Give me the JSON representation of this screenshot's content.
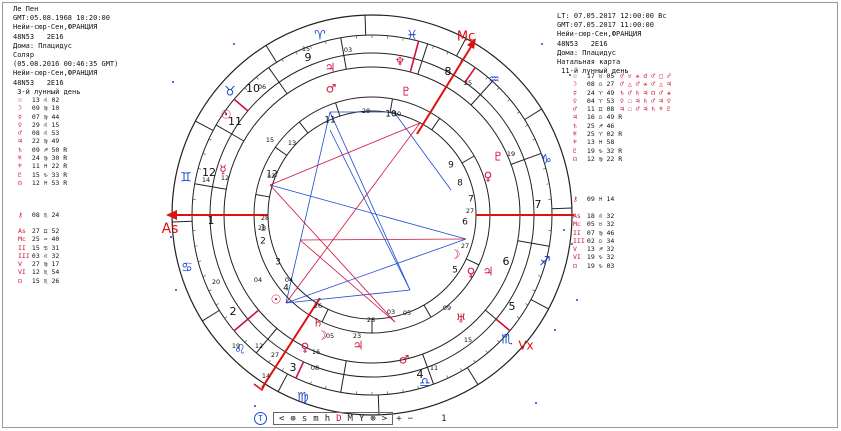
{
  "left_info": {
    "lines": [
      "Ле Пен",
      "GMT:05.08.1968 10:20:00",
      "Нейи-сюр-Сен,ФРАНЦИЯ",
      "48N53   2E16",
      "Дома: Плацидус",
      "Соляр",
      "(05.08.2016 00:46:35 GMT)",
      "Нейи-сюр-Сен,ФРАНЦИЯ",
      "48N53   2E16",
      " 3-й лунный день"
    ]
  },
  "right_info": {
    "lines": [
      "LT: 07.05.2017 12:00:00 Вс",
      "GMT:07.05.2017 11:00:00",
      "Нейи-сюр-Сен,ФРАНЦИЯ",
      "48N53   2E16",
      "Дома: Плацидус",
      "Натальная карта",
      " 11-й лунный день"
    ]
  },
  "left_planets": [
    {
      "glyph": "☉",
      "value": "13 ♌ 02"
    },
    {
      "glyph": "☽",
      "value": "09 ♍ 10"
    },
    {
      "glyph": "☿",
      "value": "07 ♍ 44"
    },
    {
      "glyph": "♀",
      "value": "29 ♌ 15"
    },
    {
      "glyph": "♂",
      "value": "08 ♌ 53"
    },
    {
      "glyph": "♃",
      "value": "22 ♍ 49"
    },
    {
      "glyph": "♄",
      "value": "09 ♐ 50 R"
    },
    {
      "glyph": "♅",
      "value": "24 ♍ 30 R"
    },
    {
      "glyph": "♆",
      "value": "11 ♓ 22 R"
    },
    {
      "glyph": "♇",
      "value": "15 ♑ 33 R"
    },
    {
      "glyph": "☊",
      "value": "12 ♓ 53 R"
    }
  ],
  "left_extra": [
    {
      "glyph": "⚷",
      "value": "08 ♏ 24"
    }
  ],
  "left_houses": [
    {
      "glyph": "As",
      "value": "27 ♊ 52"
    },
    {
      "glyph": "Mc",
      "value": "25 ♒ 40"
    },
    {
      "glyph": "II",
      "value": "15 ♋ 31"
    },
    {
      "glyph": "III",
      "value": "03 ♌ 32"
    },
    {
      "glyph": "V",
      "value": "27 ♍ 17"
    },
    {
      "glyph": "VI",
      "value": "12 ♏ 54"
    },
    {
      "glyph": "☊",
      "value": "15 ♏ 26"
    }
  ],
  "right_planets": [
    {
      "glyph": "☉",
      "value": "17 ♉ 05"
    },
    {
      "glyph": "☽",
      "value": "08 ♎ 27"
    },
    {
      "glyph": "☿",
      "value": "24 ♈ 49"
    },
    {
      "glyph": "♀",
      "value": "04 ♈ 53"
    },
    {
      "glyph": "♂",
      "value": "11 ♊ 08"
    },
    {
      "glyph": "♃",
      "value": "16 ♎ 49 R"
    },
    {
      "glyph": "♄",
      "value": "25 ♐ 46"
    },
    {
      "glyph": "♅",
      "value": "25 ♈ 02 R"
    },
    {
      "glyph": "♆",
      "value": "13 ♓ 58"
    },
    {
      "glyph": "♇",
      "value": "19 ♑ 32 R"
    },
    {
      "glyph": "☊",
      "value": "12 ♍ 22 R"
    }
  ],
  "right_extra": [
    {
      "glyph": "⚷",
      "value": "09 ♓ 14"
    }
  ],
  "right_houses": [
    {
      "glyph": "As",
      "value": "18 ♌ 32"
    },
    {
      "glyph": "Mc",
      "value": "05 ♉ 32"
    },
    {
      "glyph": "II",
      "value": "07 ♍ 46"
    },
    {
      "glyph": "III",
      "value": "02 ♎ 34"
    },
    {
      "glyph": "V",
      "value": "13 ♐ 32"
    },
    {
      "glyph": "VI",
      "value": "19 ♑ 32"
    },
    {
      "glyph": "☊",
      "value": "19 ♑ 03"
    }
  ],
  "aspect_grid_rows": [
    "♂ ♉ ⚹ ☌ ♂ □ ☍",
    "♂ △ ♂ ⚹ ♂ △ ♃",
    "♄ ♂ ♄ ♃ ☊ ♂ ⚹",
    "♀ ☐ ♃ ♄ ♂ ♃ ♀",
    "♃ ☐ ♂ ♃ ♄ ♆ ♇"
  ],
  "chart_labels": {
    "asc": "As",
    "mc": "Mc",
    "vx": "Vx"
  },
  "outer_house_numbers": [
    "9",
    "8",
    "7",
    "6",
    "5",
    "4",
    "3",
    "2",
    "1",
    "12",
    "11",
    "10"
  ],
  "inner_house_numbers": [
    "7",
    "6",
    "5",
    "4",
    "3",
    "2",
    "1",
    "12",
    "11",
    "10",
    "9",
    "8"
  ],
  "degree_labels_outer": [
    "03",
    "25",
    "19",
    "15",
    "11",
    "08",
    "27",
    "12",
    "14",
    "20",
    "15",
    "16",
    "12",
    "04",
    "09",
    "14",
    "19",
    "05",
    "06"
  ],
  "degree_labels_inner": [
    "28",
    "10",
    "13",
    "12",
    "28",
    "27",
    "28",
    "04",
    "26",
    "28",
    "23",
    "03",
    "05",
    "15",
    "27"
  ],
  "toolbar": {
    "circle_label": "T",
    "items": [
      "<",
      "⊕",
      "s",
      "m",
      "h",
      "D",
      "M",
      "Y",
      "⊗",
      ">"
    ],
    "active_index": 5,
    "plus": "+",
    "minus": "−",
    "counter": "1"
  },
  "colors": {
    "red": "#d0103a",
    "blue": "#1a4ad0",
    "axis_red": "#e01010"
  }
}
